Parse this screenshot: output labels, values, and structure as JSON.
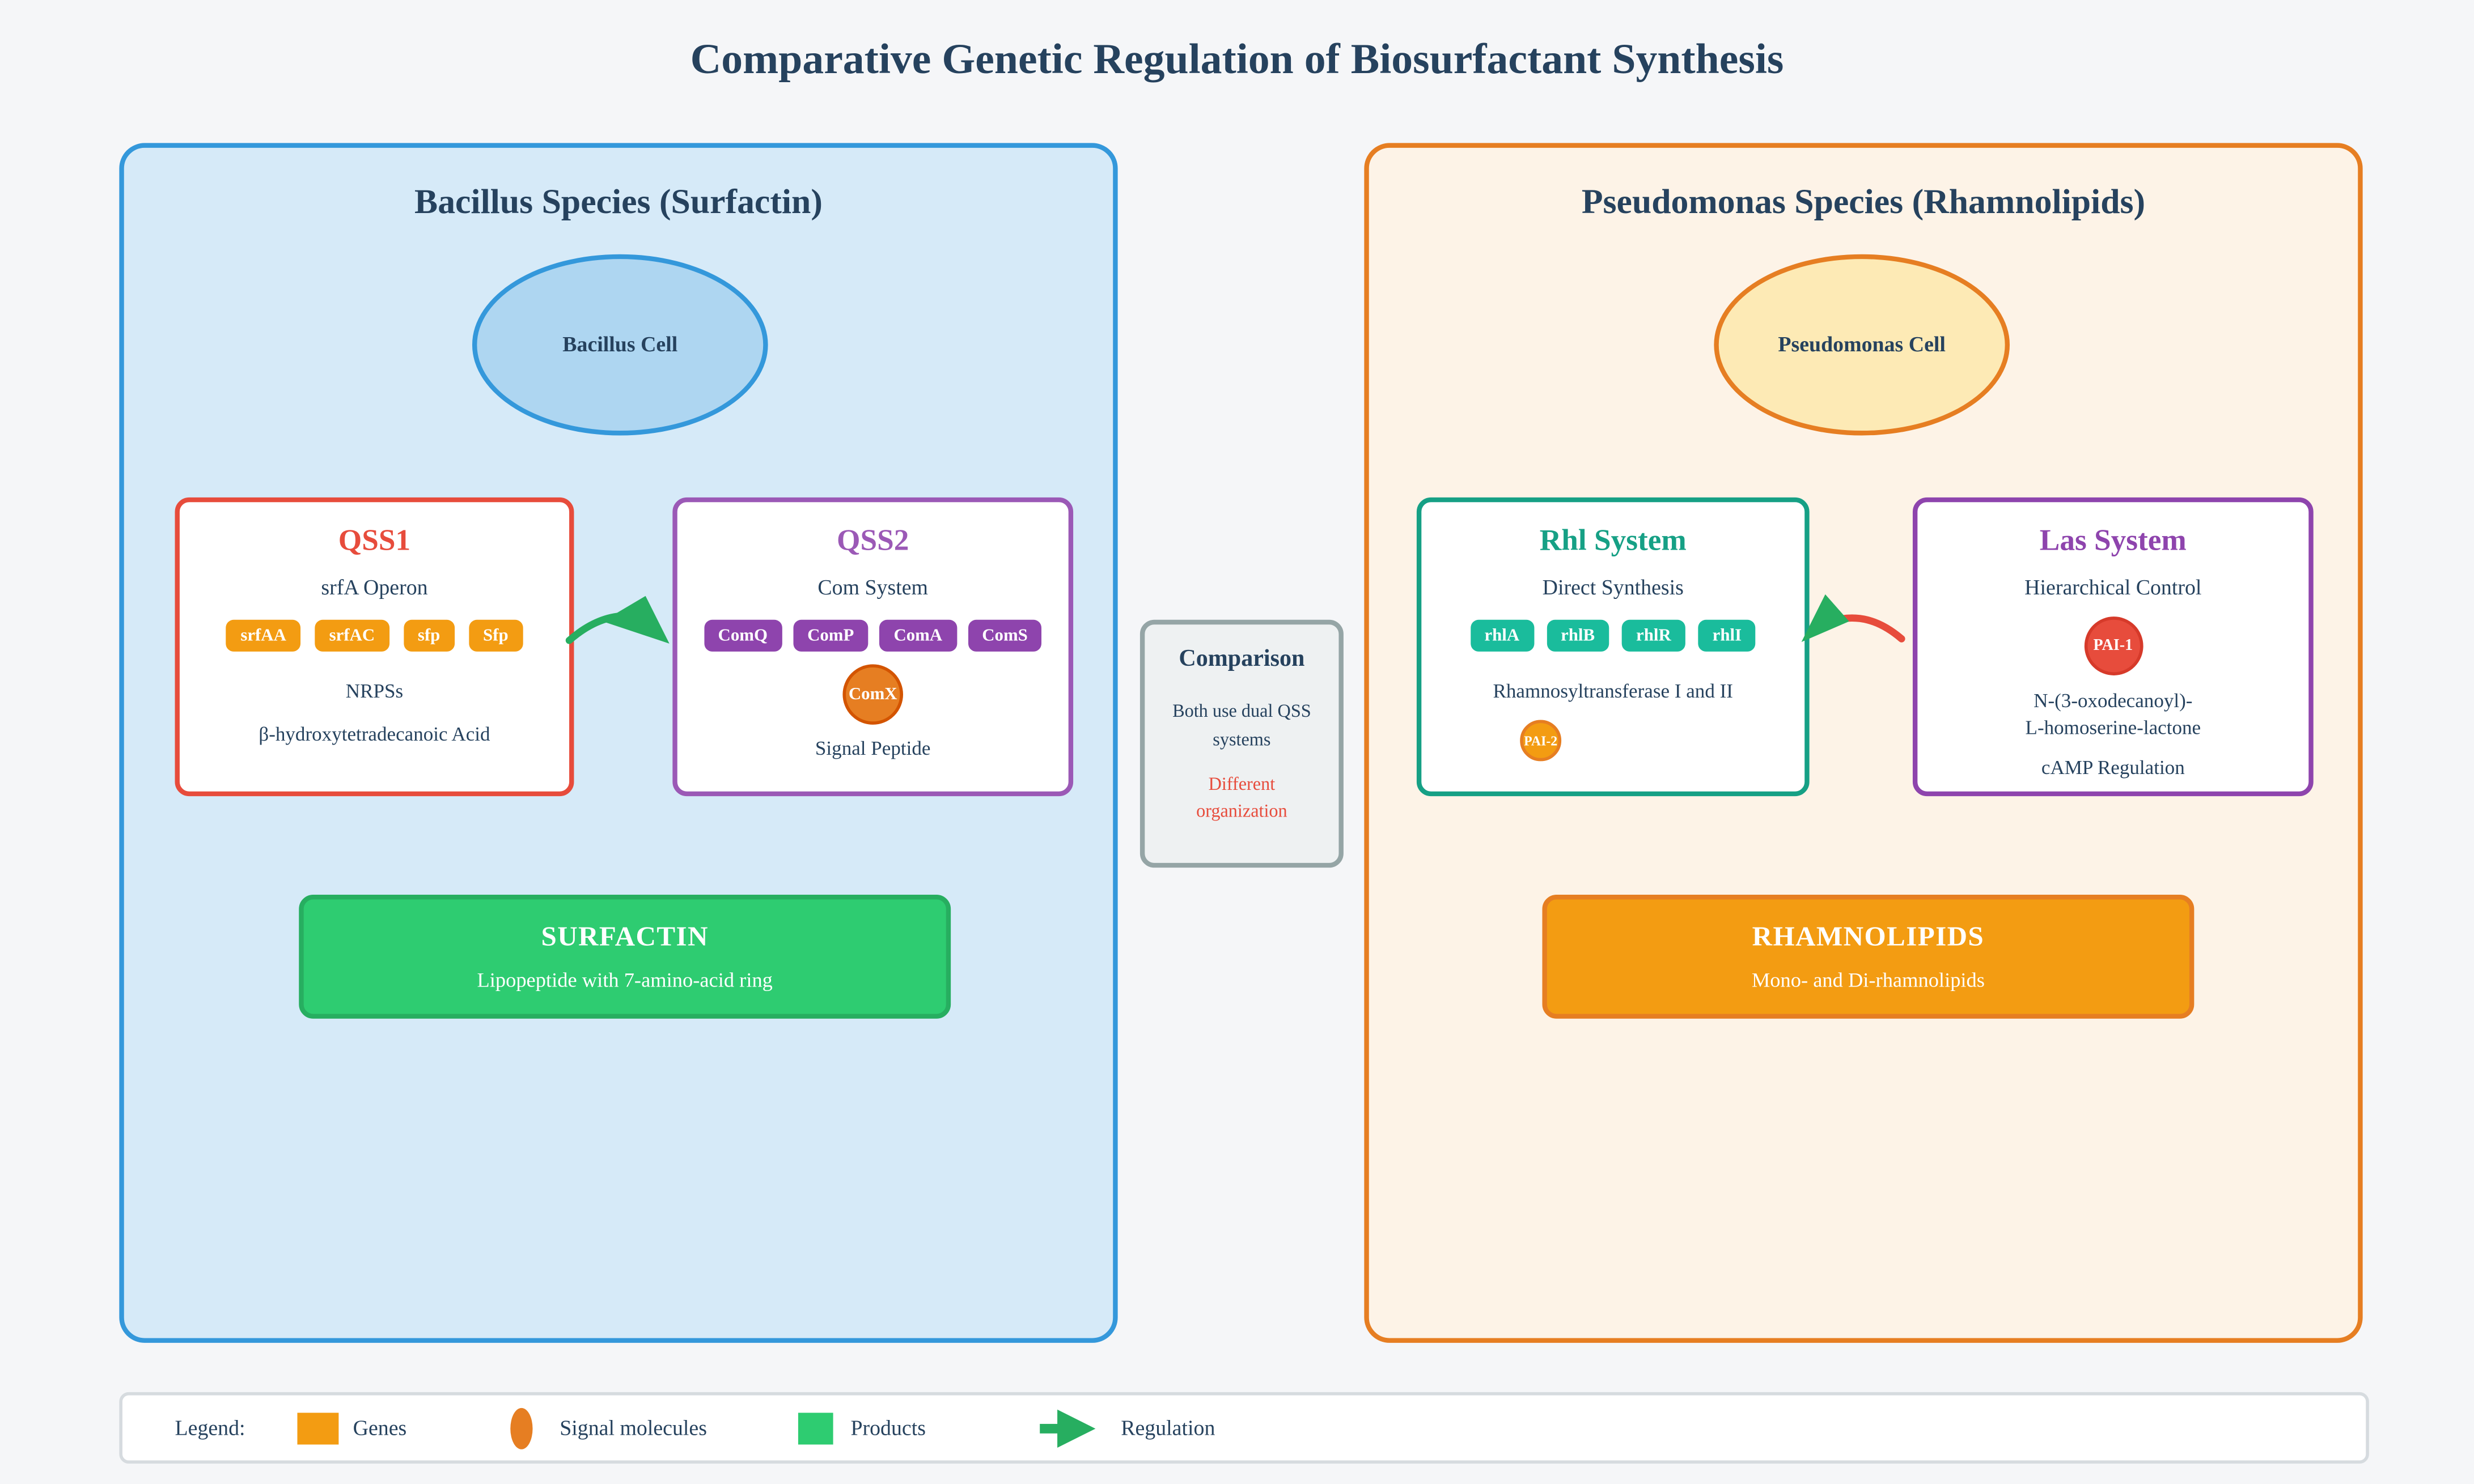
{
  "title": "Comparative Genetic Regulation of Biosurfactant Synthesis",
  "bacillus_panel": {
    "title": "Bacillus Species (Surfactin)",
    "cell_label": "Bacillus Cell",
    "qss1": {
      "title": "QSS1",
      "subtitle": "srfA Operon",
      "genes": [
        "srfAA",
        "srfAC",
        "sfp",
        "Sfp"
      ],
      "note1": "NRPSs",
      "note2": "β-hydroxytetradecanoic Acid"
    },
    "qss2": {
      "title": "QSS2",
      "subtitle": "Com System",
      "genes": [
        "ComQ",
        "ComP",
        "ComA",
        "ComS"
      ],
      "signal": "ComX",
      "note": "Signal Peptide"
    },
    "product": {
      "title": "SURFACTIN",
      "subtitle": "Lipopeptide with 7-amino-acid ring"
    }
  },
  "pseudomonas_panel": {
    "title": "Pseudomonas Species (Rhamnolipids)",
    "cell_label": "Pseudomonas Cell",
    "rhl": {
      "title": "Rhl System",
      "subtitle": "Direct Synthesis",
      "genes": [
        "rhlA",
        "rhlB",
        "rhlR",
        "rhlI"
      ],
      "note": "Rhamnosyltransferase I and II",
      "signal": "PAI-2"
    },
    "las": {
      "title": "Las System",
      "subtitle": "Hierarchical Control",
      "signal": "PAI-1",
      "note1": "N-(3-oxodecanoyl)-",
      "note2": "L-homoserine-lactone",
      "note3": "cAMP Regulation"
    },
    "product": {
      "title": "RHAMNOLIPIDS",
      "subtitle": "Mono- and Di-rhamnolipids"
    }
  },
  "comparison": {
    "title": "Comparison",
    "line1": "Both use dual QSS systems",
    "line2": "Different organization"
  },
  "arrows": [
    {
      "from": "QSS1",
      "to": "QSS2",
      "type": "regulation",
      "line_color": "#27ae60",
      "head_color": "#27ae60"
    },
    {
      "from": "Las System",
      "to": "Rhl System",
      "type": "regulation",
      "line_color": "#e74c3c",
      "head_color": "#27ae60"
    }
  ],
  "legend": {
    "label": "Legend:",
    "items": [
      {
        "swatch": "gene-swatch",
        "label": "Genes"
      },
      {
        "swatch": "signal-molecule-swatch",
        "label": "Signal molecules"
      },
      {
        "swatch": "product-swatch",
        "label": "Products"
      },
      {
        "swatch": "regulation-arrow-swatch",
        "label": "Regulation"
      }
    ]
  },
  "colors": {
    "page_bg": "#f5f6f8",
    "text_navy": "#26425e",
    "bacillus_border": "#3498db",
    "bacillus_fill": "#d6eaf8",
    "bacillus_cell_fill": "#aed6f1",
    "pseudomonas_border": "#e67e22",
    "pseudomonas_fill": "#fdf3e7",
    "pseudomonas_cell_fill": "#fdeab5",
    "qss1_accent": "#e74c3c",
    "qss2_accent": "#9b59b6",
    "rhl_accent": "#16a085",
    "las_accent": "#8e44ad",
    "gene_orange": "#f39c12",
    "gene_purple": "#8e44ad",
    "gene_teal": "#1abc9c",
    "signal_orange": "#e67e22",
    "signal_red": "#e74c3c",
    "product_green": "#2ecc71",
    "product_orange": "#f39c12",
    "regulation_green": "#27ae60",
    "regulation_red": "#e74c3c",
    "comparison_fill": "#eef1f2",
    "comparison_border": "#95a5a6"
  }
}
